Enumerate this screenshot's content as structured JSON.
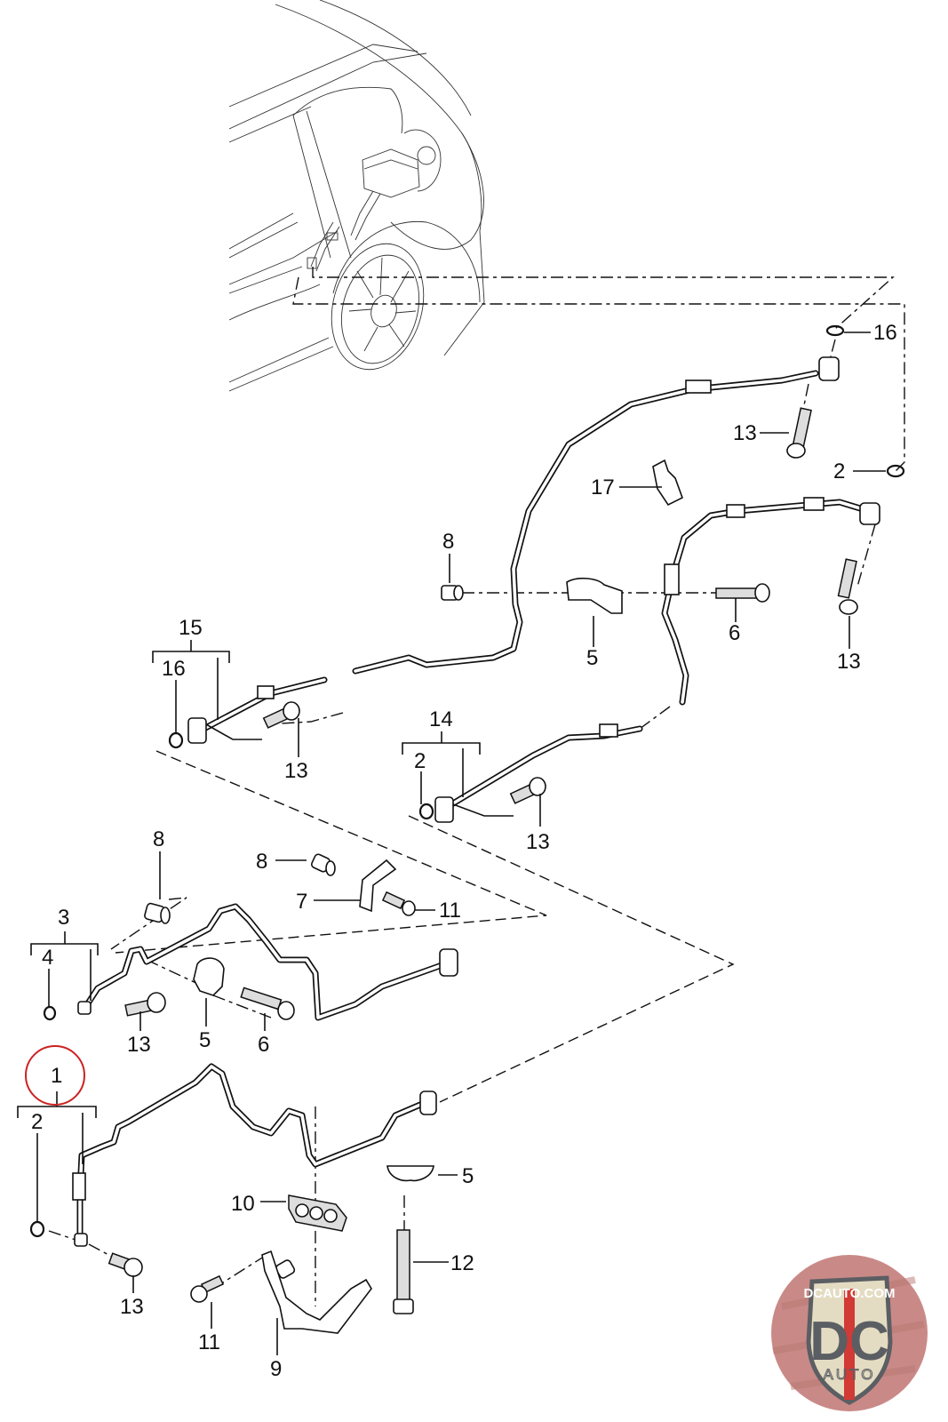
{
  "diagram": {
    "title": "Air conditioning refrigerant lines - exploded parts diagram",
    "highlighted_callout": "1",
    "highlight_color": "#cc2222",
    "callouts": {
      "c16_top": "16",
      "c13_top": "13",
      "c2_top": "2",
      "c17": "17",
      "c8_mid": "8",
      "c5_mid": "5",
      "c6_mid": "6",
      "c13_right": "13",
      "c15": "15",
      "c16_left": "16",
      "c13_left": "13",
      "c14": "14",
      "c2_mid": "2",
      "c13_mid": "13",
      "c8_a": "8",
      "c8_b": "8",
      "c7": "7",
      "c11_a": "11",
      "c3": "3",
      "c4": "4",
      "c13_b": "13",
      "c5_b": "5",
      "c6_b": "6",
      "c1": "1",
      "c2_low": "2",
      "c13_low": "13",
      "c10": "10",
      "c5_low": "5",
      "c12": "12",
      "c11_low": "11",
      "c9": "9"
    }
  },
  "logo": {
    "top_text": "DCAUTO.COM",
    "main_text": "DC",
    "sub_text": "AUTO",
    "colors": {
      "circle_bg": "#c98a87",
      "shield": "#e4dcc2",
      "shield_border": "#5b5e63",
      "letters": "#5b5e63",
      "stripe": "#d23a35"
    }
  }
}
